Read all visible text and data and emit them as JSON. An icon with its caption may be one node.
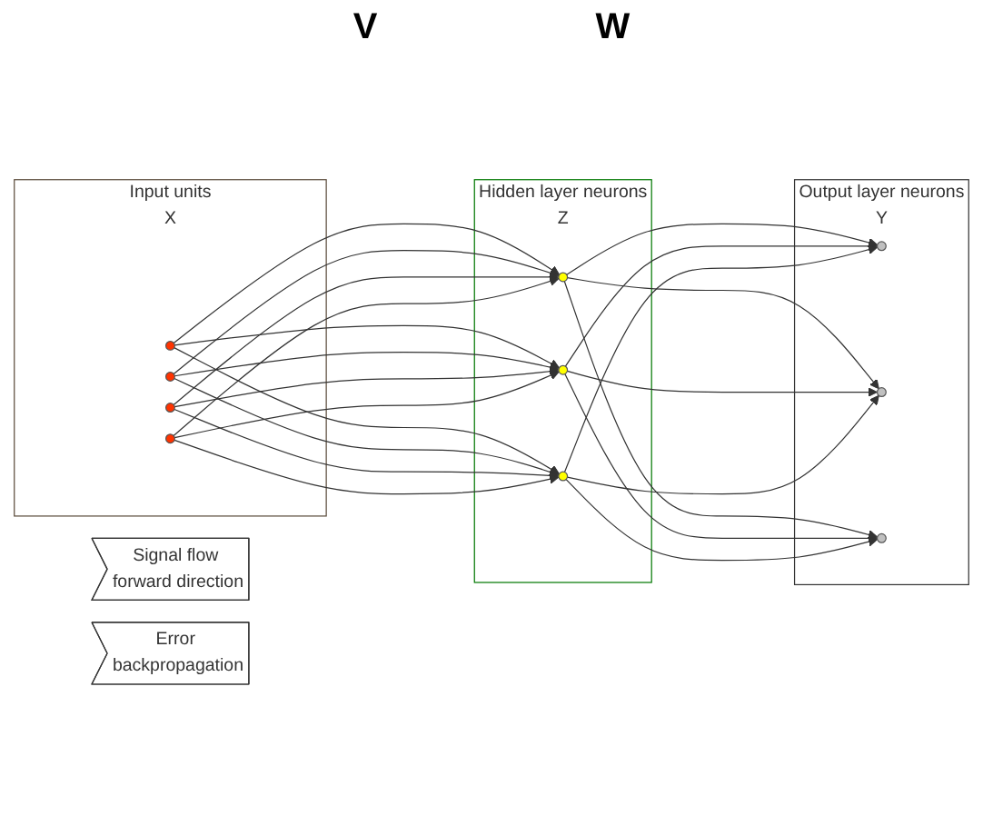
{
  "diagram": {
    "nodes": [
      {
        "text": [
          "Signal flow forward direction"
        ]
      },
      {
        "text": [
          "Input units",
          "X"
        ]
      },
      {
        "text": [],
        "shape": "circle",
        "in": 1
      },
      {
        "text": [],
        "shape": "circle",
        "in": 1
      },
      {
        "text": [],
        "shape": "circle",
        "in": 1
      },
      {
        "text": [],
        "shape": "circle",
        "in": 1
      },
      {
        "text": [
          "Hidden layer neurons",
          "Z"
        ]
      },
      {
        "text": [],
        "shape": "circle",
        "in": 6
      },
      {
        "text": [],
        "shape": "circle",
        "in": 6
      },
      {
        "text": [],
        "shape": "circle",
        "in": 6
      },
      {
        "text": [
          "Output layer neurons",
          "Y"
        ]
      },
      {
        "text": [],
        "shape": "circle",
        "in": 10
      },
      {
        "text": [],
        "shape": "circle",
        "in": 10
      },
      {
        "text": [],
        "shape": "circle",
        "in": 10
      },
      {
        "text": [
          "Error backpropagation"
        ]
      }
    ],
    "edges": [
      {
        "from": 2,
        "to": 7,
        "arrow": "to"
      },
      {
        "from": 2,
        "to": 8,
        "arrow": "to"
      },
      {
        "from": 2,
        "to": 9,
        "arrow": "to"
      },
      {
        "from": 3,
        "to": 7,
        "arrow": "to"
      },
      {
        "from": 3,
        "to": 8,
        "arrow": "to"
      },
      {
        "from": 3,
        "to": 9,
        "arrow": "to"
      },
      {
        "from": 4,
        "to": 7,
        "arrow": "to"
      },
      {
        "from": 4,
        "to": 8,
        "arrow": "to"
      },
      {
        "from": 4,
        "to": 9,
        "arrow": "to"
      },
      {
        "from": 5,
        "to": 7,
        "arrow": "to"
      },
      {
        "from": 5,
        "to": 8,
        "arrow": "to"
      },
      {
        "from": 5,
        "to": 9,
        "arrow": "to"
      },
      {
        "from": 7,
        "to": 11,
        "arrow": "to"
      },
      {
        "from": 7,
        "to": 12,
        "arrow": "to"
      },
      {
        "from": 7,
        "to": 13,
        "arrow": "to"
      },
      {
        "from": 8,
        "to": 11,
        "arrow": "to"
      },
      {
        "from": 8,
        "to": 12,
        "arrow": "to"
      },
      {
        "from": 8,
        "to": 13,
        "arrow": "to"
      },
      {
        "from": 9,
        "to": 11,
        "arrow": "to"
      },
      {
        "from": 9,
        "to": 12,
        "arrow": "to"
      },
      {
        "from": 9,
        "to": 13,
        "arrow": "to"
      }
    ],
    "labels": [
      "V",
      "W"
    ]
  }
}
